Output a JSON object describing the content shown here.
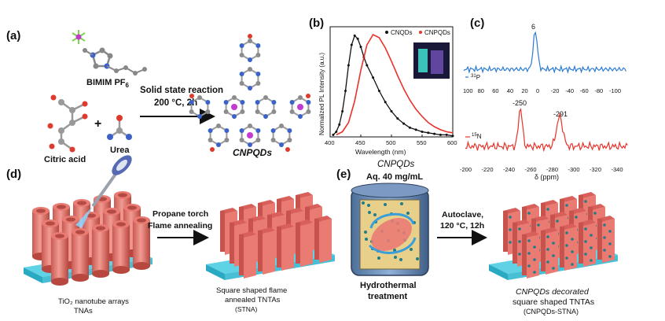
{
  "panels": {
    "a": "(a)",
    "b": "(b)",
    "c": "(c)",
    "d": "(d)",
    "e": "(e)"
  },
  "panel_a": {
    "il_label": "BIMIM PF",
    "il_sub": "6",
    "plus": "+",
    "citric": "Citric acid",
    "urea": "Urea",
    "reaction_line1": "Solid state reaction",
    "reaction_line2": "200 °C, 2h",
    "product": "CNPQDs"
  },
  "chart_data": [
    {
      "type": "line",
      "panel": "(b)",
      "xlabel": "Wavelength (nm)",
      "ylabel": "Normalized PL Intensity (a.u.)",
      "xlim": [
        400,
        600
      ],
      "xticks": [
        400,
        450,
        500,
        550,
        600
      ],
      "legend_placement": "top-right",
      "series": [
        {
          "name": "CNQDs",
          "color": "#111111",
          "style": "dotted",
          "x": [
            405,
            410,
            415,
            420,
            425,
            430,
            435,
            440,
            445,
            450,
            455,
            460,
            470,
            480,
            490,
            500,
            510,
            520,
            530,
            540,
            550,
            560,
            570,
            580,
            590,
            600
          ],
          "y": [
            0.02,
            0.05,
            0.12,
            0.25,
            0.45,
            0.7,
            0.9,
            0.99,
            0.96,
            0.88,
            0.78,
            0.7,
            0.58,
            0.45,
            0.34,
            0.25,
            0.18,
            0.13,
            0.09,
            0.07,
            0.05,
            0.04,
            0.03,
            0.02,
            0.02,
            0.01
          ]
        },
        {
          "name": "CNPQDs",
          "color": "#e8322a",
          "style": "solid",
          "x": [
            410,
            420,
            430,
            440,
            450,
            460,
            470,
            480,
            490,
            500,
            510,
            520,
            530,
            540,
            550,
            560,
            570,
            580,
            590,
            600
          ],
          "y": [
            0.02,
            0.05,
            0.14,
            0.35,
            0.65,
            0.9,
            1.0,
            0.97,
            0.87,
            0.74,
            0.6,
            0.47,
            0.36,
            0.27,
            0.2,
            0.14,
            0.1,
            0.07,
            0.05,
            0.04
          ]
        }
      ]
    },
    {
      "type": "line",
      "panel": "(c) 31P",
      "series": [
        {
          "name": "31P",
          "color": "#2b7bd0"
        }
      ],
      "x_ticks": [
        100,
        80,
        60,
        40,
        20,
        0,
        -20,
        -40,
        -60,
        -80,
        -100
      ],
      "xlim": [
        100,
        -100
      ],
      "peaks": [
        {
          "x": 6,
          "label": "6"
        }
      ]
    },
    {
      "type": "line",
      "panel": "(c) 15N",
      "series": [
        {
          "name": "15N",
          "color": "#e8322a"
        }
      ],
      "x_ticks": [
        -200,
        -220,
        -240,
        -260,
        -280,
        -300,
        -320,
        -340
      ],
      "xlim": [
        -200,
        -350
      ],
      "xlabel": "δ (ppm)",
      "peaks": [
        {
          "x": -250,
          "label": "-250"
        },
        {
          "x": -291,
          "label": "-291"
        }
      ]
    }
  ],
  "panel_c": {
    "p_label": "31",
    "p_el": "P",
    "n_label": "15",
    "n_el": "N"
  },
  "panel_d": {
    "arrow_line1": "Propane torch",
    "arrow_line2": "Flame annealing",
    "left_caption1": "TiO₂ nanotube arrays",
    "left_caption2": "TNAs",
    "right_caption1": "Square shaped flame",
    "right_caption2": "annealed TNTAs",
    "right_caption3": "(STNA)"
  },
  "panel_e": {
    "top1": "CNPQDs",
    "top2": "Aq. 40 mg/mL",
    "vessel_caption1": "Hydrothermal",
    "vessel_caption2": "treatment",
    "arrow_line1": "Autoclave,",
    "arrow_line2": "120 °C, 12h",
    "final_caption1": "CNPQDs decorated",
    "final_caption2": "square shaped TNTAs",
    "final_caption3": "(CNPQDs-STNA)"
  },
  "colors": {
    "tube": "#e97b73",
    "tube_dark": "#b34a44",
    "substrate": "#5fd2e6",
    "substrate_dark": "#2aa9c2",
    "dot": "#1f7d8a"
  }
}
